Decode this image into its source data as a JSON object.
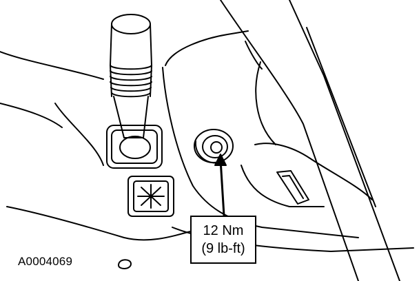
{
  "figure": {
    "id": "A0004069"
  },
  "callout": {
    "torque_metric": "12 Nm",
    "torque_imperial": "(9 lb-ft)"
  },
  "colors": {
    "ink": "#000000",
    "paper": "#ffffff"
  },
  "icons": [
    "gear-shift-lever",
    "mounting-bolt",
    "leader-arrow",
    "switch-button"
  ]
}
